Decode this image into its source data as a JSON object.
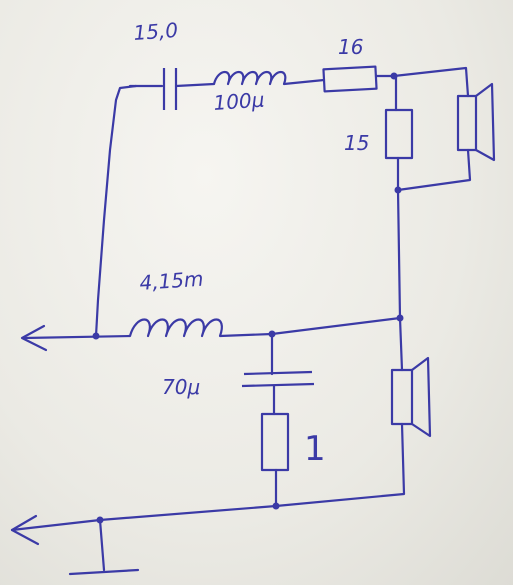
{
  "labels": {
    "c1": "15,0",
    "l1": "100μ",
    "r_series": "16",
    "r_parallel": "15",
    "l2": "4,15m",
    "c2": "70μ",
    "r_shunt": "1"
  },
  "colors": {
    "ink": "#3b3aa6",
    "paper": "#efeee9"
  }
}
